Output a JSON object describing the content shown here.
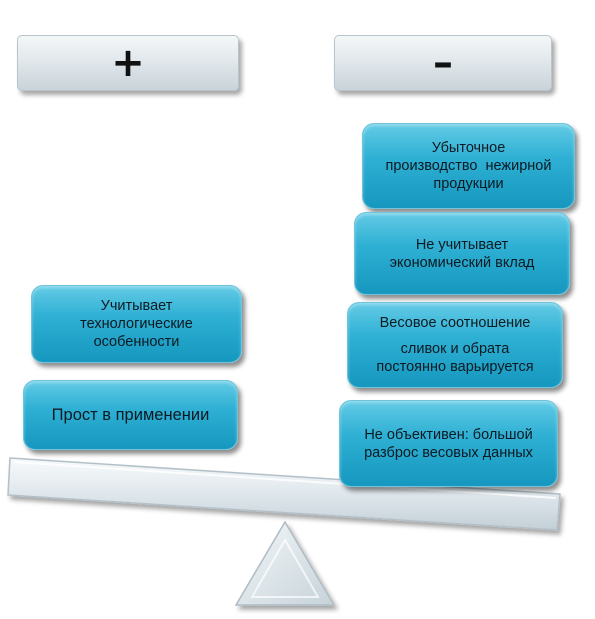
{
  "headers": {
    "plus": "+",
    "minus": "–"
  },
  "pros": [
    {
      "lines": [
        "Учитывает",
        "технологические",
        "особенности"
      ]
    },
    {
      "lines": [
        "Прост в применении"
      ]
    }
  ],
  "cons": [
    {
      "lines": [
        "Убыточное",
        "производство  нежирной",
        "продукции"
      ]
    },
    {
      "lines": [
        "Не учитывает",
        "экономический вклад"
      ]
    },
    {
      "lines": [
        "Весовое соотношение",
        "сливок и обрата",
        "постоянно варьируется"
      ]
    },
    {
      "lines": [
        "Не объективен: большой",
        "разброс весовых данных"
      ]
    }
  ],
  "colors": {
    "card_fill": "#2fb0d4",
    "header_fill": "#e2e8ec",
    "beam_fill": "#dfe7ec"
  }
}
